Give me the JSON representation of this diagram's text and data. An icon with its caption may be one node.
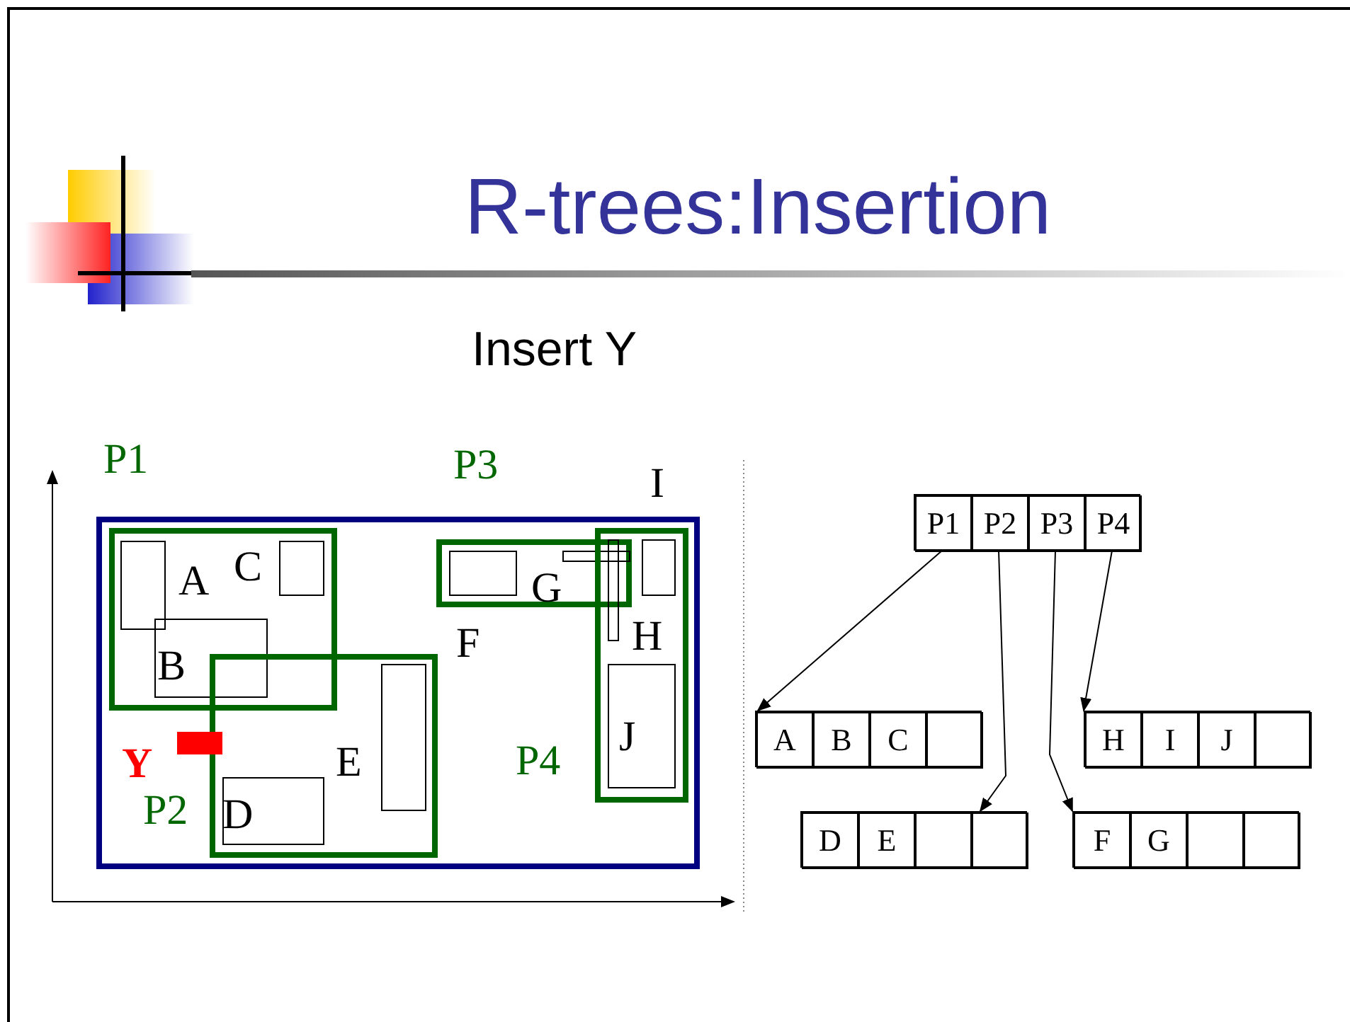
{
  "diagram": {
    "title": "R-trees:Insertion",
    "nodes": [
      {
        "text": [],
        "shape": "box"
      },
      {
        "text": [
          "P1"
        ],
        "in": 0
      },
      {
        "text": [
          "A"
        ],
        "in": 1
      },
      {
        "text": [
          "C"
        ],
        "in": 1
      },
      {
        "text": [
          "B"
        ],
        "in": 1
      },
      {
        "text": [
          "P3"
        ],
        "in": 0
      },
      {
        "text": [
          "F"
        ],
        "in": 5
      },
      {
        "text": [
          "G"
        ],
        "in": 5
      },
      {
        "text": [
          "P4"
        ],
        "in": 0
      },
      {
        "text": [
          "I"
        ],
        "in": 8
      },
      {
        "text": [
          "H"
        ],
        "in": 8
      },
      {
        "text": [
          "J"
        ],
        "in": 8
      },
      {
        "text": [
          "P2"
        ],
        "in": 0
      },
      {
        "text": [
          "D"
        ],
        "in": 12
      },
      {
        "text": [
          "E"
        ],
        "in": 12
      },
      {
        "text": [
          "Y"
        ],
        "in": 0
      },
      {
        "text": [],
        "shape": "box"
      },
      {
        "text": [
          "P1"
        ],
        "in": 16
      },
      {
        "text": [
          "P2"
        ],
        "in": 16
      },
      {
        "text": [
          "P3"
        ],
        "in": 16
      },
      {
        "text": [
          "P4"
        ],
        "in": 16
      },
      {
        "text": [],
        "shape": "box"
      },
      {
        "text": [
          "A"
        ],
        "in": 21
      },
      {
        "text": [
          "B"
        ],
        "in": 21
      },
      {
        "text": [
          "C"
        ],
        "in": 21
      },
      {
        "text": [],
        "shape": "box",
        "in": 21
      },
      {
        "text": [],
        "shape": "box"
      },
      {
        "text": [
          "H"
        ],
        "in": 26
      },
      {
        "text": [
          "I"
        ],
        "in": 26
      },
      {
        "text": [
          "J"
        ],
        "in": 26
      },
      {
        "text": [],
        "shape": "box",
        "in": 26
      },
      {
        "text": [],
        "shape": "box"
      },
      {
        "text": [
          "D"
        ],
        "in": 31
      },
      {
        "text": [
          "E"
        ],
        "in": 31
      },
      {
        "text": [],
        "shape": "box",
        "in": 31
      },
      {
        "text": [],
        "shape": "box",
        "in": 31
      },
      {
        "text": [],
        "shape": "box"
      },
      {
        "text": [
          "F"
        ],
        "in": 36
      },
      {
        "text": [
          "G"
        ],
        "in": 36
      },
      {
        "text": [],
        "shape": "box",
        "in": 36
      },
      {
        "text": [],
        "shape": "box",
        "in": 36
      }
    ],
    "edges": [
      {
        "from": 17,
        "to": 21,
        "arrow": "to"
      },
      {
        "from": 18,
        "to": 31,
        "arrow": "to"
      },
      {
        "from": 19,
        "to": 36,
        "arrow": "to"
      },
      {
        "from": 20,
        "to": 26,
        "arrow": "to"
      }
    ],
    "labels": [
      "Insert Y"
    ]
  }
}
